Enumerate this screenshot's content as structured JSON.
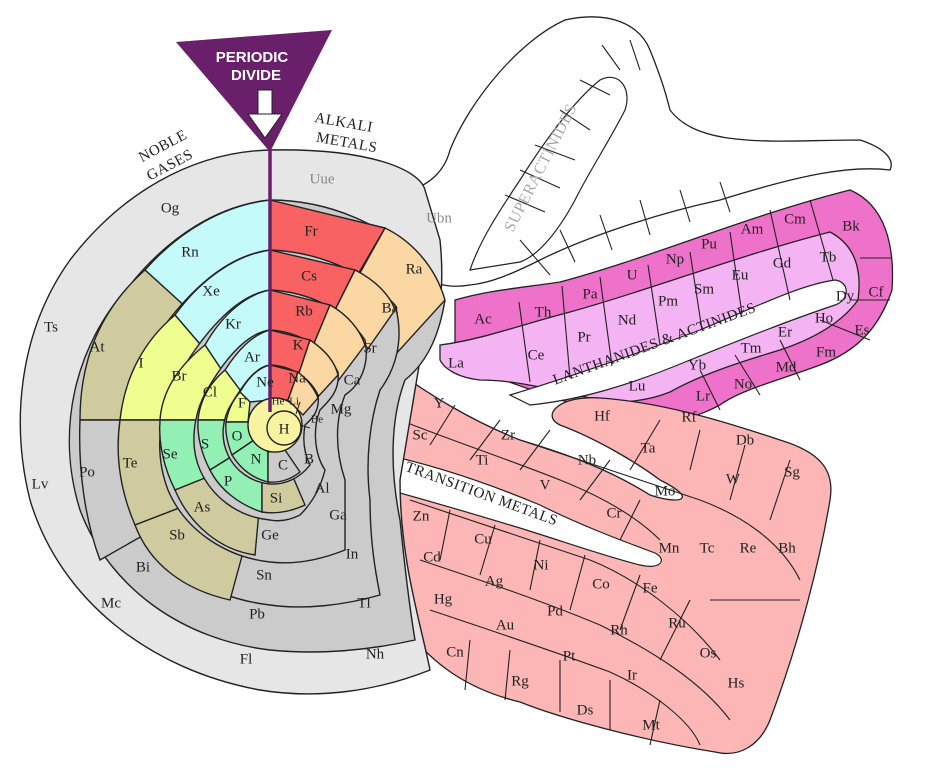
{
  "colors": {
    "noble_gases": "#e6e6e6",
    "outer_period": "#e6e6e6",
    "nonmetal_cyan": "#c4fafa",
    "halogen_yellow": "#eeff90",
    "chalcogen_green": "#92f0b5",
    "metalloid_olive": "#cfcb9f",
    "post_transition_grey": "#cbcbcb",
    "alkali_red": "#f86262",
    "alkaline_earth_peach": "#fbd7a3",
    "transition_pink": "#fcb6b6",
    "lanthanide_pink": "#f4b3f2",
    "actinide_magenta": "#ee72c9",
    "divide_purple": "#6a1f6a",
    "hydrogen_yellow": "#f7f3a1"
  },
  "labels": {
    "periodic_divide": [
      "PERIODIC",
      "DIVIDE"
    ],
    "alkali_metals": [
      "ALKALI",
      "METALS"
    ],
    "noble_gases": [
      "NOBLE",
      "GASES"
    ],
    "superactinides": "SUPERACTINIDES",
    "lanthanides_actinides": "LANTHANIDES & ACTINIDES",
    "transition_metals": "TRANSITION METALS"
  },
  "elements": {
    "center": "H",
    "he": "He",
    "li": "Li",
    "be": "Be",
    "ring1": [
      "Ne",
      "Na",
      "Mg",
      "B",
      "C",
      "N",
      "O",
      "F"
    ],
    "ring2": [
      "Ar",
      "K",
      "Ca",
      "Al",
      "Si",
      "P",
      "S",
      "Cl"
    ],
    "ring3": [
      "Kr",
      "Rb",
      "Sr",
      "Ga",
      "Ge",
      "As",
      "Se",
      "Br"
    ],
    "ring4": [
      "Xe",
      "Cs",
      "Ba",
      "In",
      "Sn",
      "Sb",
      "Te",
      "I"
    ],
    "ring5": [
      "Rn",
      "Fr",
      "Ra",
      "Tl",
      "Pb",
      "Bi",
      "Po",
      "At"
    ],
    "ring6": [
      "Og",
      "Uue",
      "Nh",
      "Fl",
      "Mc",
      "Lv",
      "Ts"
    ],
    "ubn": "Ubn",
    "transition": [
      "Sc",
      "Ti",
      "V",
      "Cr",
      "Mn",
      "Fe",
      "Co",
      "Ni",
      "Cu",
      "Zn",
      "Y",
      "Zr",
      "Nb",
      "Mo",
      "Tc",
      "Ru",
      "Rh",
      "Pd",
      "Ag",
      "Cd",
      "Hf",
      "Ta",
      "W",
      "Re",
      "Os",
      "Ir",
      "Pt",
      "Au",
      "Hg",
      "Rf",
      "Db",
      "Sg",
      "Bh",
      "Hs",
      "Mt",
      "Ds",
      "Rg",
      "Cn"
    ],
    "lanthanides": [
      "La",
      "Ce",
      "Pr",
      "Nd",
      "Pm",
      "Sm",
      "Eu",
      "Gd",
      "Tb",
      "Dy",
      "Ho",
      "Er",
      "Tm",
      "Yb",
      "Lu"
    ],
    "actinides": [
      "Ac",
      "Th",
      "Pa",
      "U",
      "Np",
      "Pu",
      "Am",
      "Cm",
      "Bk",
      "Cf",
      "Es",
      "Fm",
      "Md",
      "No",
      "Lr"
    ]
  }
}
